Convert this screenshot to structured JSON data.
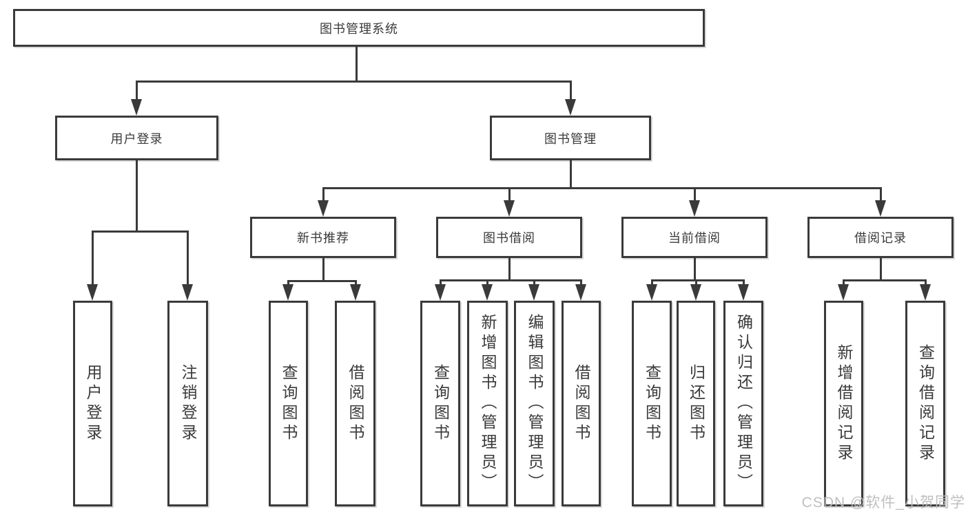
{
  "diagram": {
    "type": "hierarchy-tree",
    "nodes": {
      "root": "图书管理系统",
      "login": "用户登录",
      "mgmt": "图书管理",
      "login_user": "用户登录",
      "login_logout": "注销登录",
      "rec": "新书推荐",
      "borrow": "图书借阅",
      "current": "当前借阅",
      "records": "借阅记录",
      "rec_query": "查询图书",
      "rec_borrow": "借阅图书",
      "borrow_query": "查询图书",
      "borrow_add": "新增图书（管理员）",
      "borrow_edit": "编辑图书（管理员）",
      "borrow_borrow": "借阅图书",
      "cur_query": "查询图书",
      "cur_return": "归还图书",
      "cur_confirm": "确认归还（管理员）",
      "recd_add": "新增借阅记录",
      "recd_query": "查询借阅记录"
    },
    "hierarchy": {
      "图书管理系统": {
        "用户登录": [
          "用户登录",
          "注销登录"
        ],
        "图书管理": {
          "新书推荐": [
            "查询图书",
            "借阅图书"
          ],
          "图书借阅": [
            "查询图书",
            "新增图书（管理员）",
            "编辑图书（管理员）",
            "借阅图书"
          ],
          "当前借阅": [
            "查询图书",
            "归还图书",
            "确认归还（管理员）"
          ],
          "借阅记录": [
            "新增借阅记录",
            "查询借阅记录"
          ]
        }
      }
    },
    "colors": {
      "line": "#3a3a3a",
      "box_border": "#3a3a3a",
      "text": "#3a3a3a",
      "background": "#ffffff",
      "watermark": "#bcbcbc"
    },
    "watermark": "CSDN @软件_小贺同学"
  }
}
